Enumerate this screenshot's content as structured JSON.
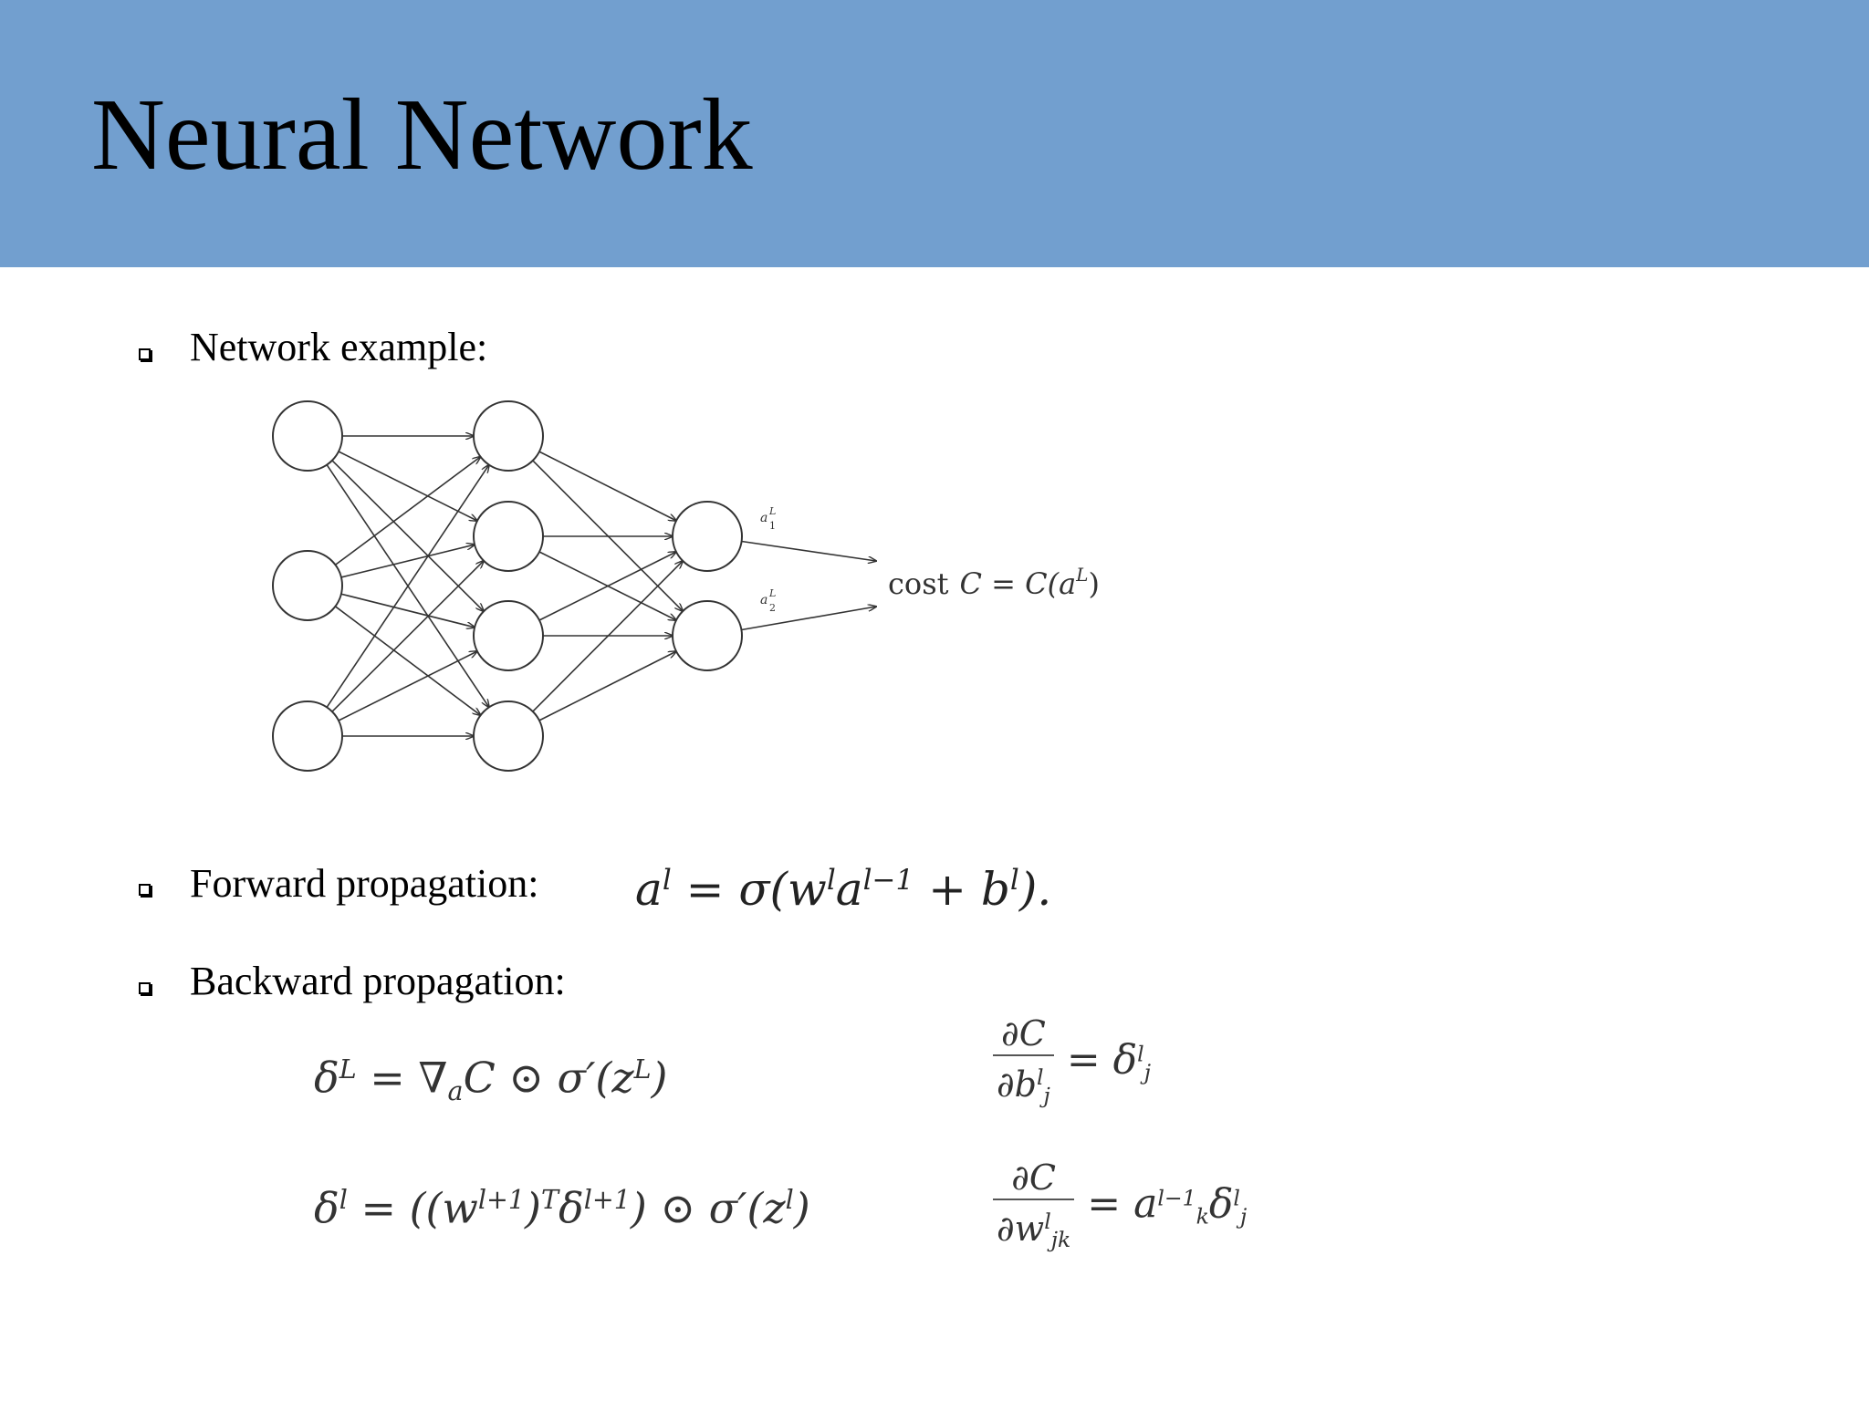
{
  "slide": {
    "title": "Neural Network",
    "header_color": "#729fcf"
  },
  "bullets": [
    {
      "text": "Network example:"
    },
    {
      "text": "Forward propagation:"
    },
    {
      "text": "Backward propagation:"
    }
  ],
  "diagram": {
    "output_labels": [
      "a",
      "a"
    ],
    "output_superscript": "L",
    "output_subscripts": [
      "1",
      "2"
    ],
    "cost_prefix": "cost",
    "cost_formula": "C = C(a",
    "cost_sup": "L",
    "cost_close": ")"
  },
  "equations": {
    "forward": {
      "lhs": "a",
      "sup_l": "l",
      "eq": " = σ(w",
      "sup_l2": "l",
      "a": "a",
      "sup_lm1": "l−1",
      "plus": " + b",
      "sup_l3": "l",
      "end": ")."
    },
    "bp1": {
      "delta": "δ",
      "sup": "L",
      "rest": " = ∇",
      "sub_a": "a",
      "rest2": "C ⊙ σ′(z",
      "sup2": "L",
      "end": ")"
    },
    "bp2": {
      "delta": "δ",
      "sup": "l",
      "rest": " = ((w",
      "sup2": "l+1",
      "rest2": ")",
      "supT": "T",
      "rest3": "δ",
      "sup3": "l+1",
      "rest4": ") ⊙ σ′(z",
      "sup4": "l",
      "end": ")"
    },
    "bp3": {
      "num": "∂C",
      "den": "∂b",
      "den_sup": "l",
      "den_sub": "j",
      "eq": " = δ",
      "sup": "l",
      "sub": "j"
    },
    "bp4": {
      "num": "∂C",
      "den": "∂w",
      "den_sup": "l",
      "den_sub": "jk",
      "eq": " = a",
      "sup": "l−1",
      "sub": "k",
      "delta": "δ",
      "sup2": "l",
      "sub2": "j"
    }
  }
}
